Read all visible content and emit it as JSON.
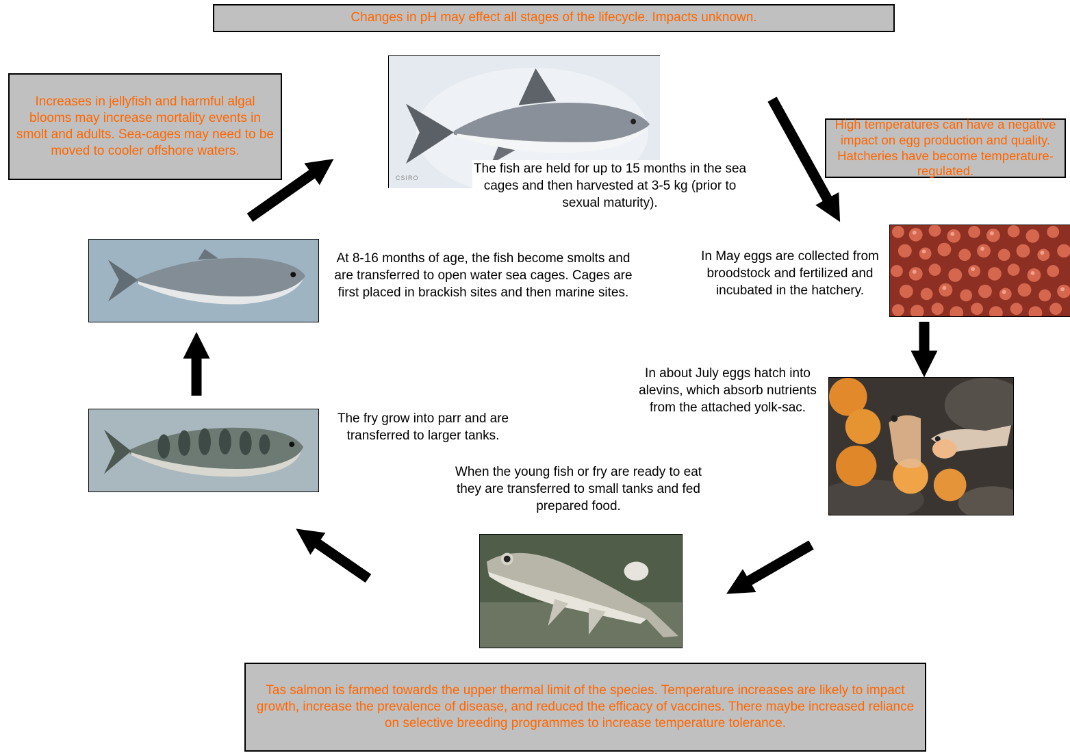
{
  "boxes": {
    "ph": "Changes in pH may effect all stages of the lifecycle. Impacts unknown.",
    "jellyfish": "Increases in jellyfish and harmful algal blooms may increase mortality events in smolt and adults. Sea-cages may need to be moved to cooler offshore waters.",
    "temperature": "High temperatures can have a negative impact on egg production and quality. Hatcheries have become temperature-regulated.",
    "thermal": "Tas salmon is farmed towards the upper thermal limit of the species. Temperature increases are likely to impact growth, increase the prevalence of disease, and reduced the efficacy of vaccines.  There maybe increased reliance on selective breeding programmes to increase temperature tolerance."
  },
  "labels": {
    "harvest": "The fish are held for up to 15 months in the sea cages and then harvested at 3-5 kg (prior to sexual maturity).",
    "eggs": "In May eggs are collected from broodstock and fertilized and incubated in the hatchery.",
    "alevins": "In about July eggs hatch into alevins, which absorb nutrients from the attached yolk-sac.",
    "fry": "When the young fish or fry are ready to eat they are transferred to small tanks and fed prepared food.",
    "parr": "The fry grow into parr and are transferred to larger tanks.",
    "smolt": "At 8-16 months of age, the fish become smolts and are transferred to open water sea cages. Cages are first placed in brackish sites and then  marine sites."
  },
  "photos": {
    "adult_credit": "CSIRO"
  },
  "colors": {
    "box_fill": "#c0c0c0",
    "box_text": "#ff6600",
    "arrow": "#000000"
  }
}
